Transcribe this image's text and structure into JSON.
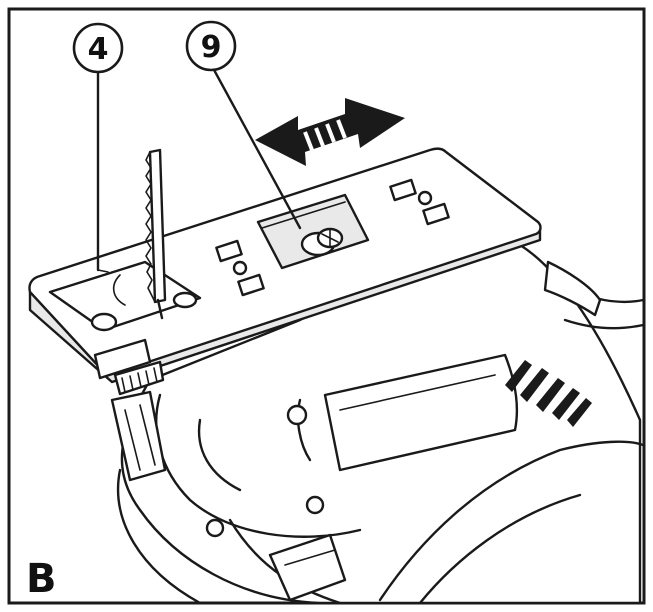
{
  "figure": {
    "panel_label": "B",
    "callouts": [
      {
        "number": "4",
        "part": "blade"
      },
      {
        "number": "9",
        "part": "base-plate-screw"
      }
    ],
    "arrow": "double-headed-slide-arrow",
    "colors": {
      "line": "#1a1a1a",
      "background": "#ffffff",
      "shade": "#e9e9e9"
    }
  }
}
